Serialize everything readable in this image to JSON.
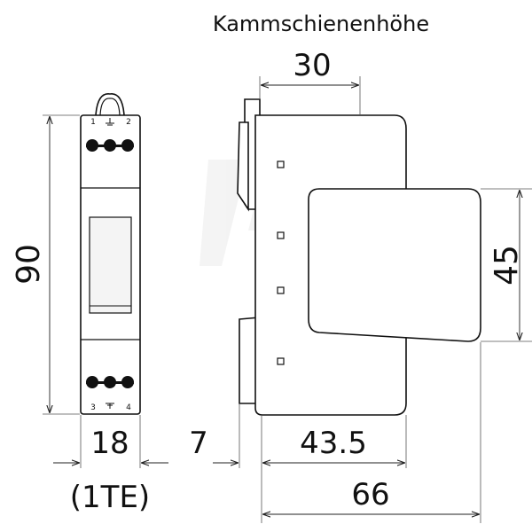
{
  "header": {
    "title": "Kammschienenhöhe"
  },
  "dimensions": {
    "height_total": "90",
    "comb_height": "30",
    "cover_height": "45",
    "module_width": "18",
    "module_units": "(1TE)",
    "rail_offset": "7",
    "front_depth": "43.5",
    "total_depth": "66"
  },
  "terminals": {
    "top_left": "1",
    "top_right": "2",
    "bottom_left": "3",
    "bottom_right": "4"
  },
  "colors": {
    "line": "#111111",
    "background": "#ffffff"
  }
}
